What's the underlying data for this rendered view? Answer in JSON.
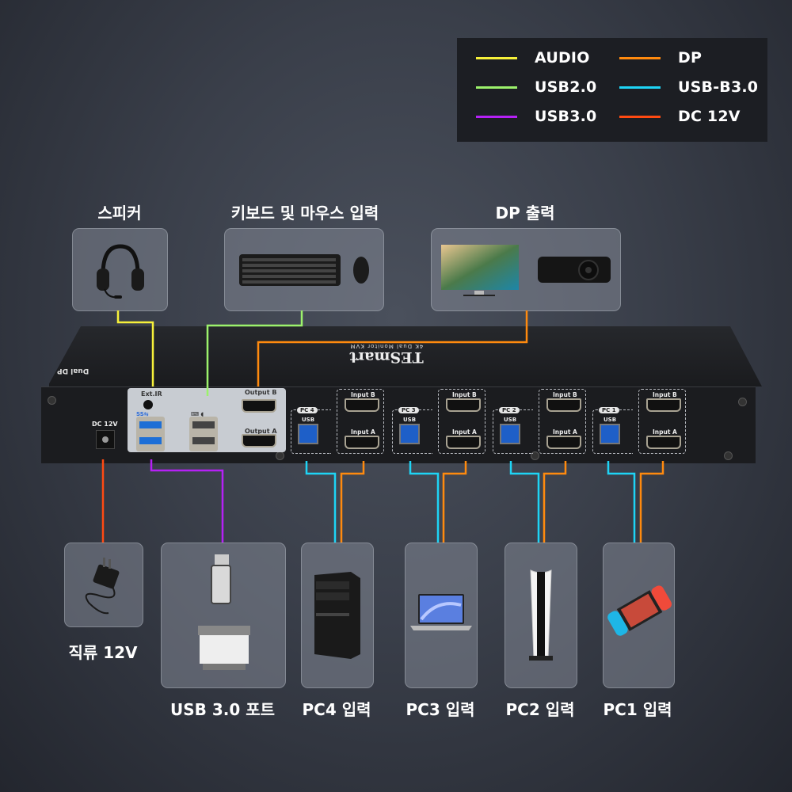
{
  "legend": {
    "items": [
      {
        "label": "AUDIO",
        "color": "#f7f13a"
      },
      {
        "label": "USB2.0",
        "color": "#9cf26c"
      },
      {
        "label": "USB3.0",
        "color": "#b521f5"
      },
      {
        "label": "DP",
        "color": "#ff8a0e"
      },
      {
        "label": "USB-B3.0",
        "color": "#1ed4f5"
      },
      {
        "label": "DC 12V",
        "color": "#ff4a12"
      }
    ]
  },
  "top_devices": [
    {
      "label": "스피커",
      "icon": "headset-icon"
    },
    {
      "label": "키보드 및 마우스 입력",
      "icon": "keyboard-mouse-icon"
    },
    {
      "label": "DP 출력",
      "icon": "monitor-projector-icon"
    }
  ],
  "kvm": {
    "brand": "TESmart",
    "subtitle": "4K Dual Monitor KVM",
    "side_text": "Dual DP",
    "dc_label": "DC 12V",
    "ext_ir_label": "Ext.IR",
    "usb3_label": "SS⇆",
    "output_b": "Output B",
    "output_a": "Output A",
    "pc_groups": [
      {
        "tag": "PC 4",
        "usb": "USB",
        "input_b": "Input B",
        "input_a": "Input A"
      },
      {
        "tag": "PC 3",
        "usb": "USB",
        "input_b": "Input B",
        "input_a": "Input A"
      },
      {
        "tag": "PC 2",
        "usb": "USB",
        "input_b": "Input B",
        "input_a": "Input A"
      },
      {
        "tag": "PC 1",
        "usb": "USB",
        "input_b": "Input B",
        "input_a": "Input A"
      }
    ]
  },
  "bottom_devices": [
    {
      "label": "직류 12V",
      "icon": "power-adapter-icon"
    },
    {
      "label": "USB 3.0 포트",
      "icon": "usb-drive-printer-icon"
    },
    {
      "label": "PC4 입력",
      "icon": "desktop-tower-icon"
    },
    {
      "label": "PC3 입력",
      "icon": "laptop-icon"
    },
    {
      "label": "PC2 입력",
      "icon": "game-console-icon"
    },
    {
      "label": "PC1 입력",
      "icon": "handheld-console-icon"
    }
  ]
}
